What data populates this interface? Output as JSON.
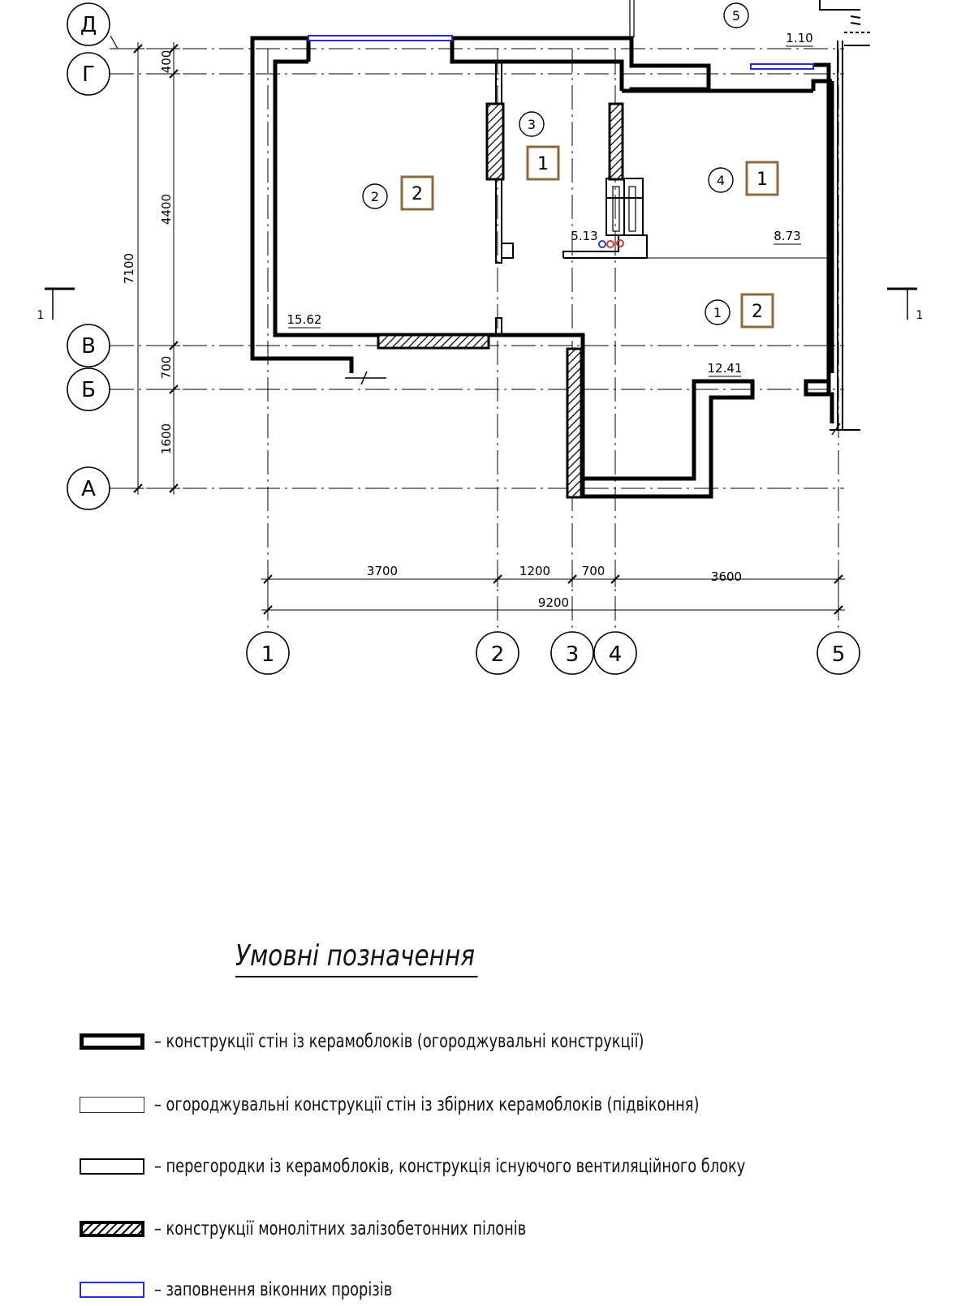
{
  "axes_rows": [
    "Д",
    "Г",
    "В",
    "Б",
    "А"
  ],
  "axes_cols": [
    "1",
    "2",
    "3",
    "4",
    "5"
  ],
  "dims_vertical": {
    "d_g": "400",
    "g_v": "4400",
    "v_b": "700",
    "b_a": "1600",
    "total": "7100"
  },
  "dims_horizontal": {
    "c1_2": "3700",
    "c2_3": "1200",
    "c3_4": "700",
    "c4_5": "3600",
    "total": "9200"
  },
  "areas": {
    "room2": "15.62",
    "room3": "5.13",
    "room4": "8.73",
    "room1": "12.41",
    "room5": "1.10"
  },
  "rooms": [
    {
      "num": "2",
      "tag": "2"
    },
    {
      "num": "3",
      "tag": "1"
    },
    {
      "num": "4",
      "tag": "1"
    },
    {
      "num": "1",
      "tag": "2"
    },
    {
      "num": "5",
      "tag": ""
    }
  ],
  "section_mark": "1",
  "legend": {
    "title": "Умовні позначення",
    "items": [
      "– конструкції стін із керамоблоків (огороджувальні конструкції)",
      "– огороджувальні конструкції стін із збірних керамоблоків (підвіконня)",
      "– перегородки із керамоблоків, конструкція існуючого вентиляційного блоку",
      "– конструкції монолітних залізобетонних пілонів",
      "– заповнення віконних прорізів"
    ]
  },
  "colors": {
    "wall": "#000000",
    "window": "#2a2ad6",
    "tag_border": "#8b6b3d",
    "pipe_red": "#d23c2a",
    "pipe_blue": "#2a3cd2"
  }
}
